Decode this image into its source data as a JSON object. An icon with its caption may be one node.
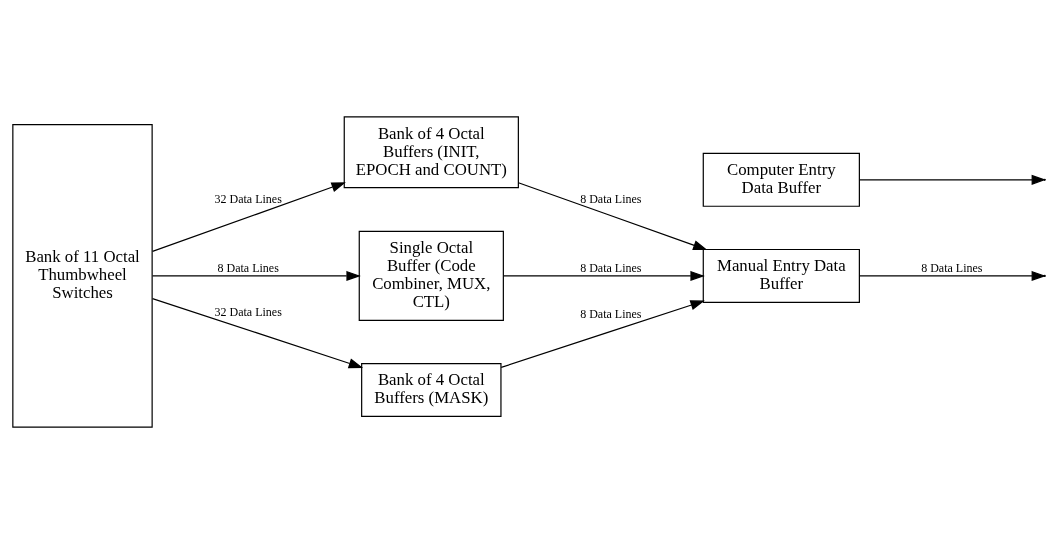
{
  "diagram": {
    "nodes": [
      {
        "text": [
          "Bank of 11 Octal Thumbwheel Switches"
        ]
      },
      {
        "text": [
          "Bank of 4 Octal Buffers (INIT, EPOCH and COUNT)"
        ]
      },
      {
        "text": [
          "Single Octal Buffer (Code Combiner, MUX, CTL)"
        ]
      },
      {
        "text": [
          "Bank of 4 Octal Buffers (MASK)"
        ]
      },
      {
        "text": [
          "Manual Entry Data Buffer"
        ]
      },
      {
        "text": [
          "Computer Entry Data Buffer"
        ]
      }
    ],
    "edges": [
      {
        "from": 0,
        "to": 1,
        "arrow": "to",
        "label": "32 Data Lines"
      },
      {
        "from": 0,
        "to": 2,
        "arrow": "to",
        "label": "8 Data Lines"
      },
      {
        "from": 0,
        "to": 3,
        "arrow": "to",
        "label": "32 Data Lines"
      },
      {
        "from": 1,
        "to": 4,
        "arrow": "to",
        "label": "8 Data Lines"
      },
      {
        "from": 2,
        "to": 4,
        "arrow": "to",
        "label": "8 Data Lines"
      },
      {
        "from": 3,
        "to": 4,
        "arrow": "to",
        "label": "8 Data Lines"
      },
      {
        "from": 4,
        "to": null,
        "arrow": "to",
        "label": "8 Data Lines"
      },
      {
        "from": 5,
        "to": null,
        "arrow": "to"
      }
    ]
  }
}
